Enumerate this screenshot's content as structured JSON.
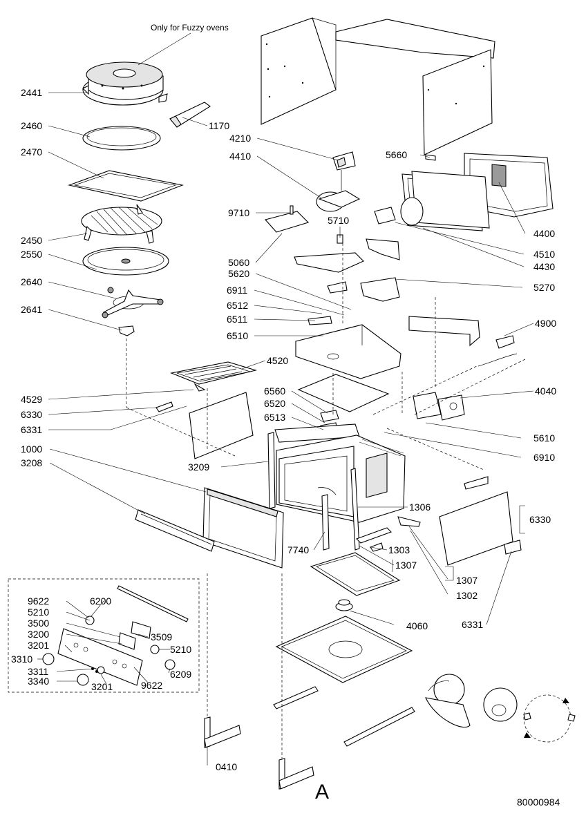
{
  "diagram": {
    "note": "Only for Fuzzy ovens",
    "drawing_number": "80000984",
    "view_letter": "A",
    "part_labels": [
      "2441",
      "2460",
      "2470",
      "2450",
      "2550",
      "2640",
      "2641",
      "1170",
      "4210",
      "4410",
      "9710",
      "5710",
      "5060",
      "5620",
      "6911",
      "6512",
      "6511",
      "6510",
      "5660",
      "4400",
      "4510",
      "4430",
      "5270",
      "4900",
      "4520",
      "4529",
      "6330",
      "6331",
      "6560",
      "6520",
      "6513",
      "4040",
      "5610",
      "6910",
      "1000",
      "3208",
      "3209",
      "7740",
      "1306",
      "1303",
      "1307",
      "1307",
      "1302",
      "6330",
      "6331",
      "9622",
      "6200",
      "5210",
      "3500",
      "3200",
      "3509",
      "3201",
      "5210",
      "3310",
      "3311",
      "3340",
      "3201",
      "6209",
      "9622",
      "4060",
      "0410"
    ]
  }
}
